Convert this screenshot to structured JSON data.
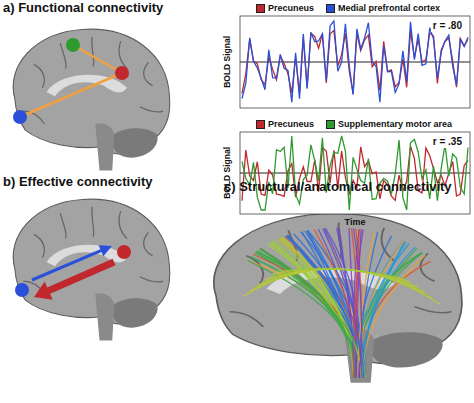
{
  "diagram": {
    "labels": [
      "a) Functional connectivity",
      "r = .80",
      "BOLD Signal",
      "r = .35",
      "BOLD Signal",
      "Time",
      "b) Effective connectivity",
      "c) Structural/anatomical connectivity"
    ],
    "legend": [
      {
        "text": "Precuneus",
        "color": "#c0282d"
      },
      {
        "text": "Medial prefrontal cortex",
        "color": "#2a4fd8"
      },
      {
        "text": "Precuneus",
        "color": "#c0282d"
      },
      {
        "text": "Supplementary motor area",
        "color": "#2f9b2f"
      }
    ]
  }
}
